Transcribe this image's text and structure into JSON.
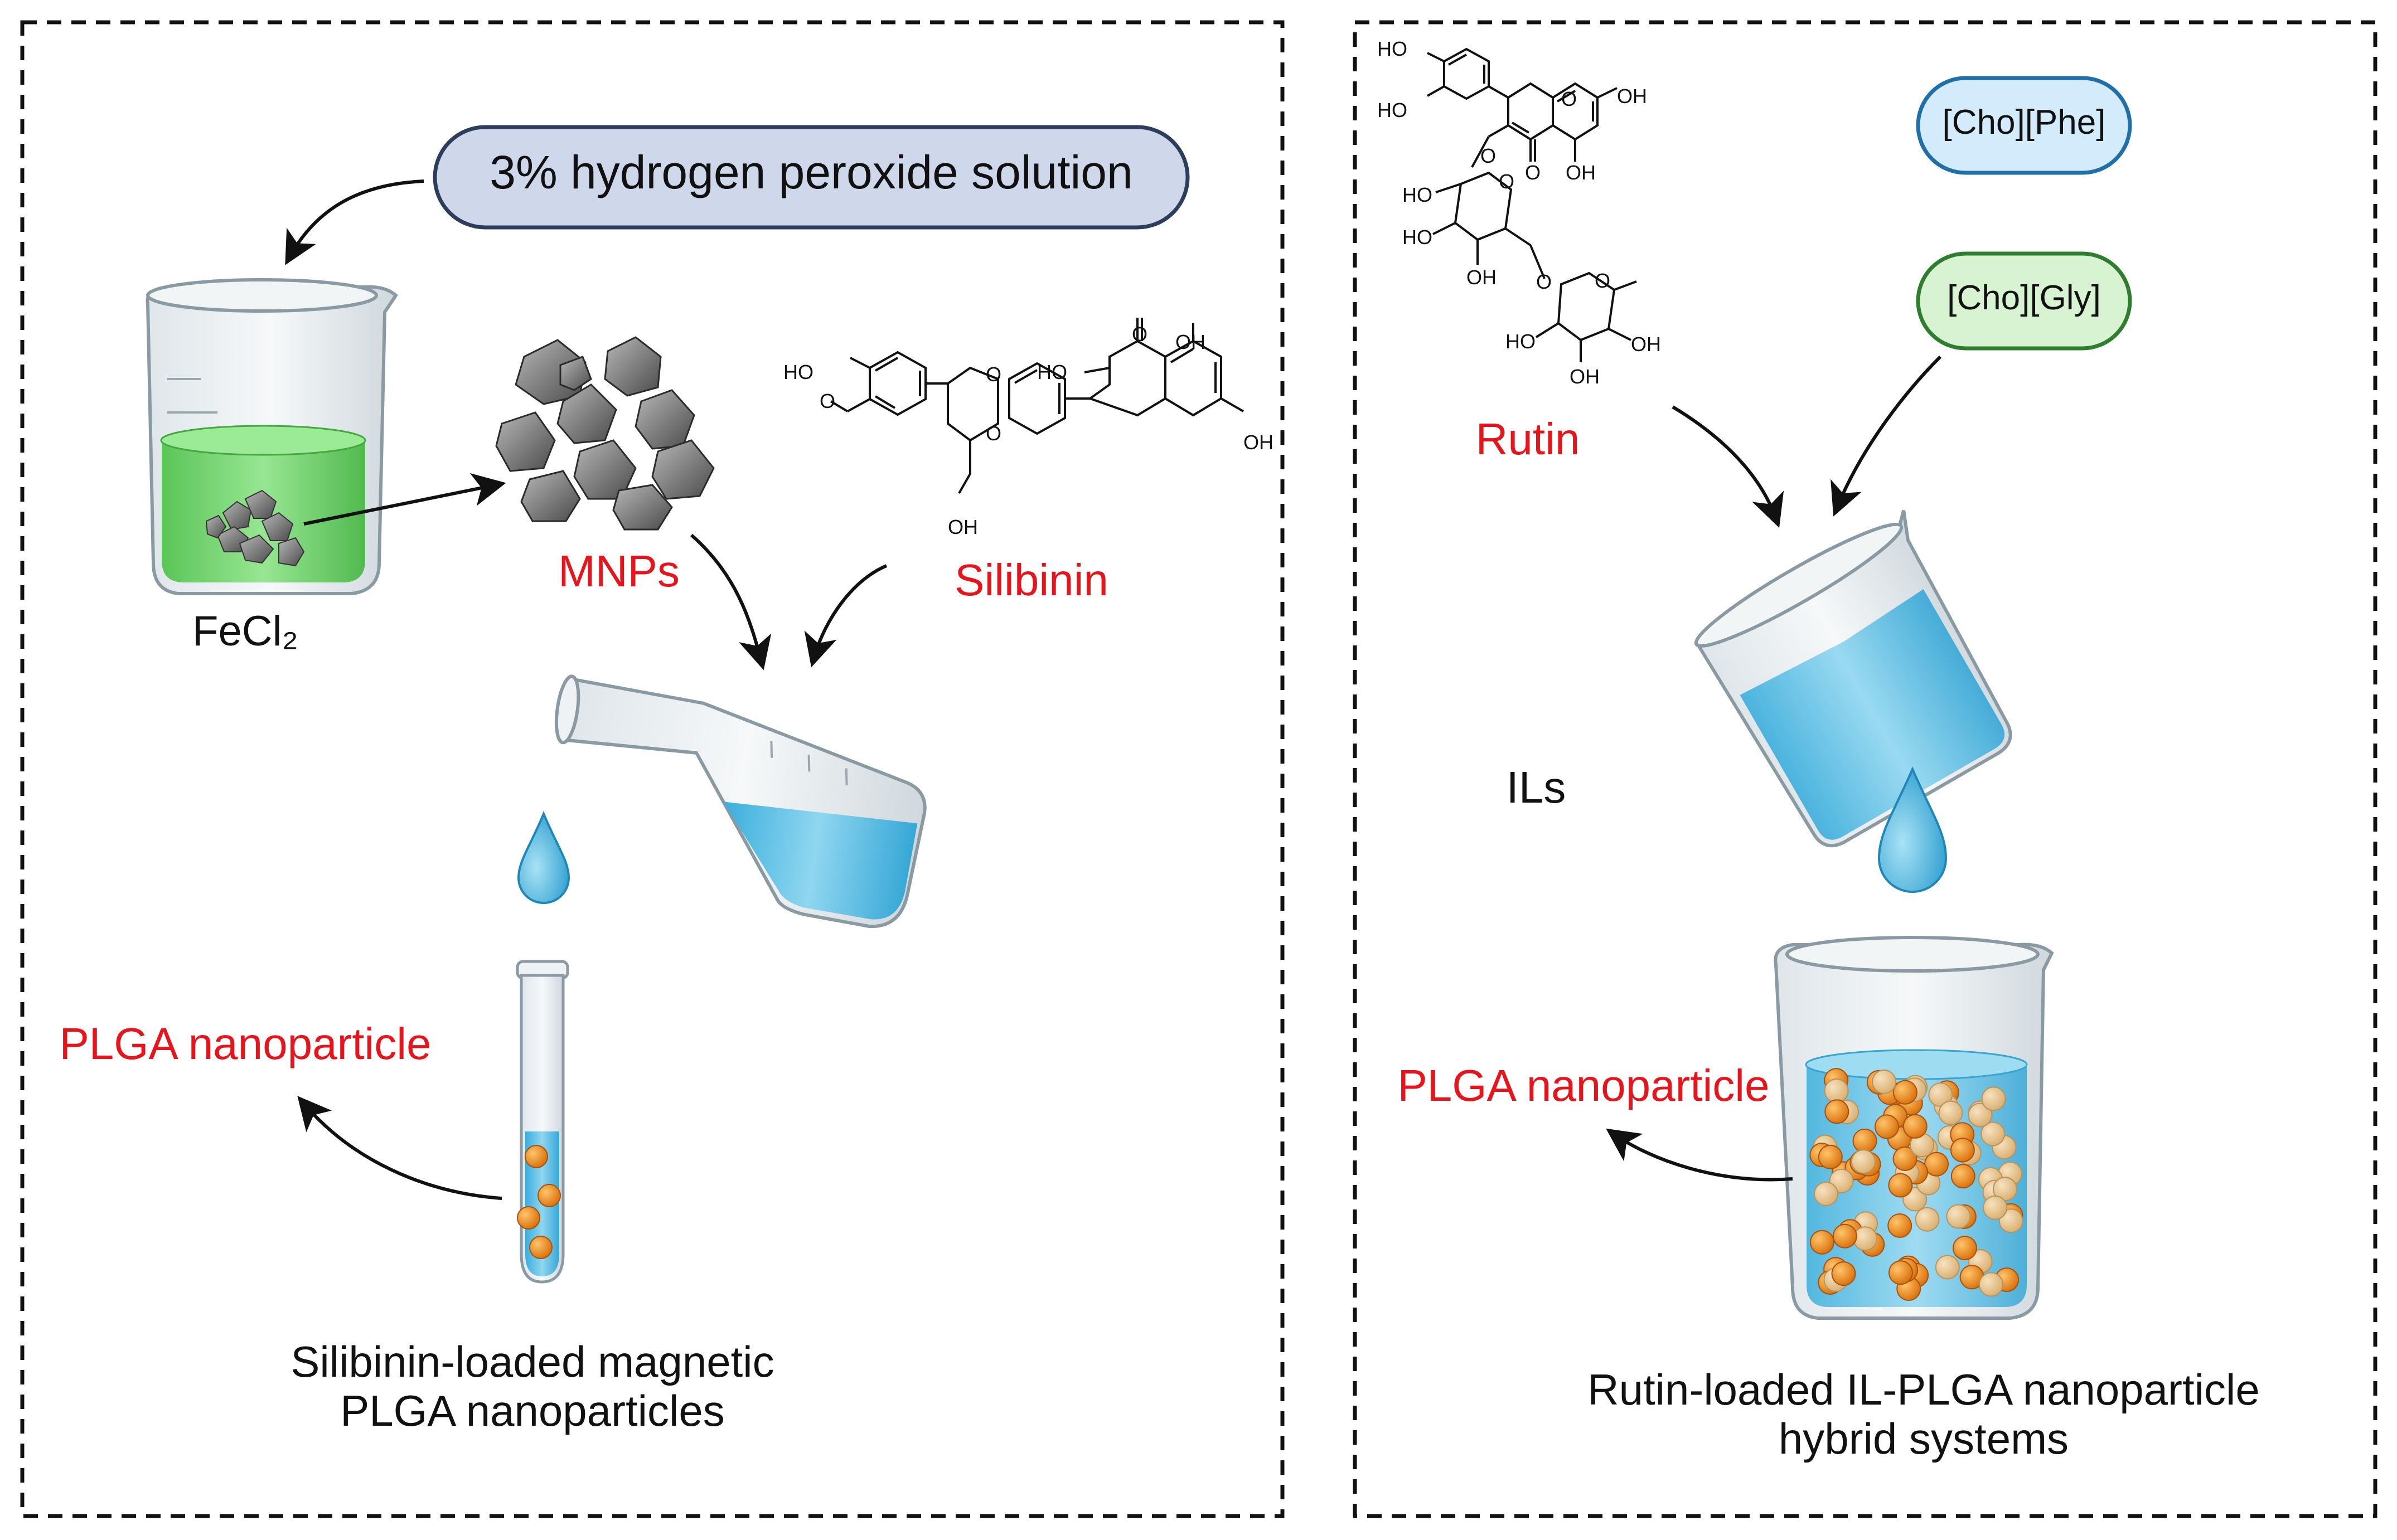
{
  "colors": {
    "red_label": "#e8141c",
    "black_label": "#111111",
    "pill_left_fill": "#cfd8ea",
    "pill_left_stroke": "#2c3e5c",
    "pill_phe_fill": "#d4ebfb",
    "pill_phe_stroke": "#1f6fa8",
    "pill_gly_fill": "#d8f3d2",
    "pill_gly_stroke": "#2f7d2f",
    "green_liquid": "#5fd15a",
    "blue_liquid": "#4dbde6",
    "nanoparticle": "#ef8a12",
    "nanoparticle_pale": "#e9c28a"
  },
  "left_panel": {
    "peroxide_pill": "3% hydrogen peroxide solution",
    "fecl2_label": "FeCl₂",
    "mnps_label": "MNPs",
    "silibinin_label": "Silibinin",
    "plga_label": "PLGA nanoparticle",
    "caption_line1": "Silibinin-loaded magnetic",
    "caption_line2": "PLGA nanoparticles",
    "silibinin_atoms": {
      "ho_top_left": "HO",
      "ho_mid": "HO",
      "o_ring1": "O",
      "o_ring2": "O",
      "o_ring3": "O",
      "o_carbonyl": "O",
      "oh_top": "OH",
      "oh_right": "OH",
      "oh_bottom": "OH"
    }
  },
  "right_panel": {
    "cho_phe_pill": "[Cho][Phe]",
    "cho_gly_pill": "[Cho][Gly]",
    "rutin_label": "Rutin",
    "ils_label": "ILs",
    "plga_label": "PLGA nanoparticle",
    "caption_line1": "Rutin-loaded IL-PLGA nanoparticle",
    "caption_line2": "hybrid systems",
    "rutin_atoms": {
      "ho1": "HO",
      "ho2": "HO",
      "oh_right": "OH",
      "oh_lower": "OH",
      "o_link": "O",
      "o_carbonyl": "O",
      "o_ring": "O",
      "ho_sugar1": "HO",
      "ho_sugar2": "HO",
      "oh_sugar1": "OH",
      "o_ring_sugar1": "O",
      "o_link2": "O",
      "o_ring_sugar2": "O",
      "ho_sugar3": "HO",
      "oh_sugar2": "OH",
      "oh_sugar3": "OH"
    }
  }
}
